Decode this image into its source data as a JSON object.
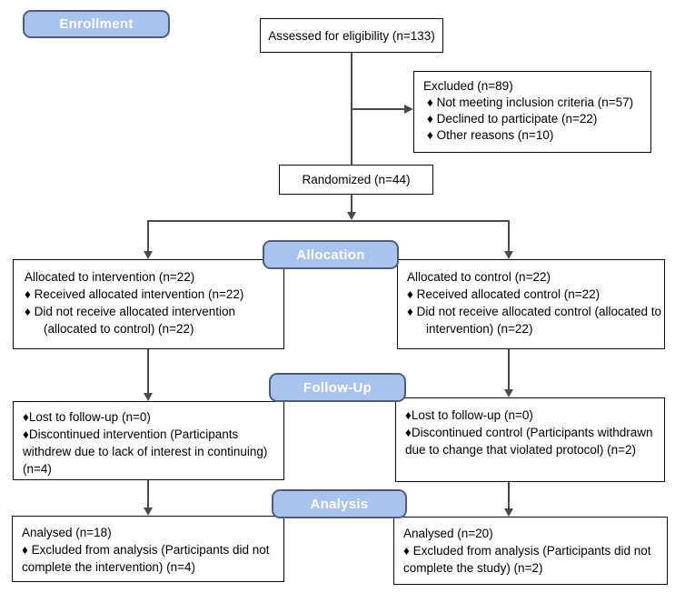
{
  "diagram_title": "CONSORT participant flow diagram",
  "colors": {
    "stage_fill": "#a8c4ee",
    "stage_border": "#4f5d7d",
    "stage_text": "#ffffff",
    "box_border": "#0d0d0d",
    "connector": "#4a4a4a",
    "background": "#ffffff"
  },
  "stages": {
    "enrollment": "Enrollment",
    "allocation": "Allocation",
    "followup": "Follow-Up",
    "analysis": "Analysis"
  },
  "boxes": {
    "assessed": {
      "text": "Assessed for eligibility (n=133)"
    },
    "excluded": {
      "lines": [
        "Excluded (n=89)",
        "♦  Not meeting inclusion criteria (n=57)",
        "♦  Declined to participate (n=22)",
        "♦  Other reasons (n=10)"
      ]
    },
    "randomized": {
      "text": "Randomized (n=44)"
    },
    "alloc_left": {
      "lines": [
        "Allocated to intervention (n=22)",
        "♦ Received allocated intervention (n=22)",
        "♦ Did not receive allocated intervention",
        "(allocated to control) (n=22)"
      ]
    },
    "alloc_right": {
      "lines": [
        "Allocated to control (n=22)",
        "♦ Received allocated control (n=22)",
        "♦ Did not receive allocated control (allocated to",
        "intervention) (n=22)"
      ]
    },
    "fu_left": {
      "lines": [
        "♦Lost to follow-up (n=0)",
        "♦Discontinued intervention (Participants",
        "withdrew due to lack of interest in continuing)",
        "(n=4)"
      ]
    },
    "fu_right": {
      "lines": [
        "♦Lost to follow-up (n=0)",
        "♦Discontinued control (Participants withdrawn",
        "due to change that violated protocol) (n=2)"
      ]
    },
    "an_left": {
      "lines": [
        "Analysed (n=18)",
        "♦ Excluded from analysis (Participants did not",
        "complete the intervention) (n=4)"
      ]
    },
    "an_right": {
      "lines": [
        "Analysed (n=20)",
        "♦ Excluded from analysis (Participants did not",
        "complete the study) (n=2)"
      ]
    }
  }
}
